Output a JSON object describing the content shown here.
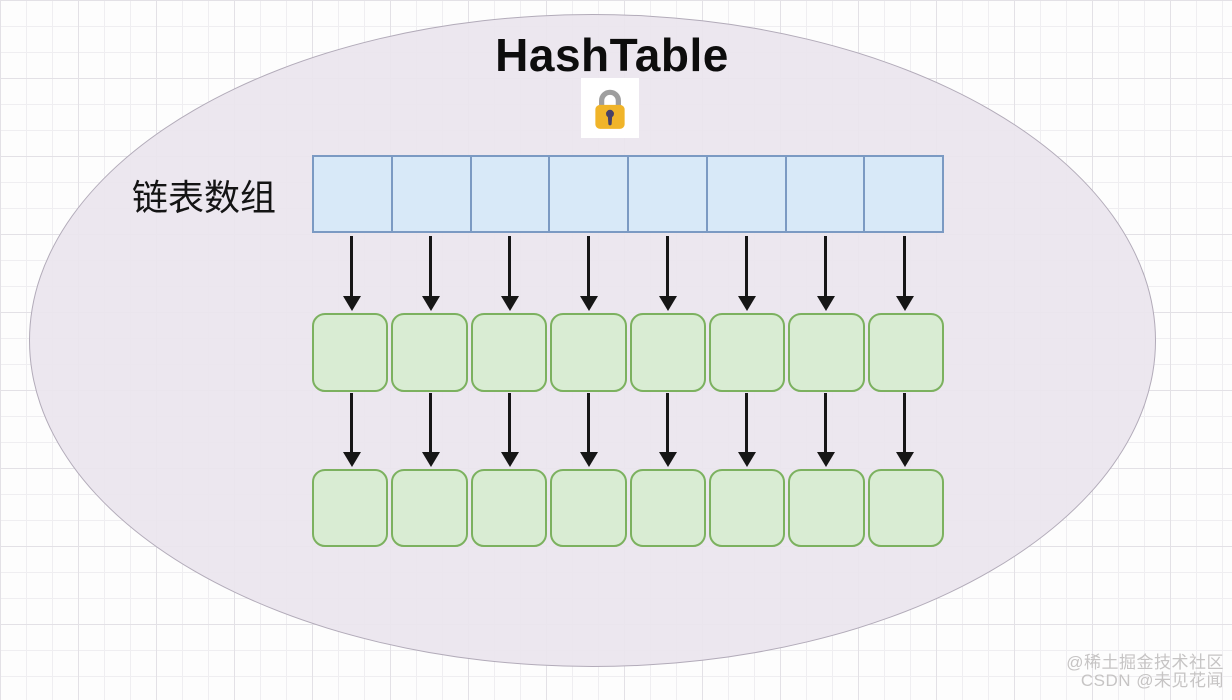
{
  "title": "HashTable",
  "array_label": "链表数组",
  "diagram": {
    "type": "hash-table-with-chained-buckets",
    "bucket_count": 8,
    "node_rows": 2,
    "colors": {
      "ellipse_fill": "rgba(234,229,238,0.92)",
      "ellipse_border": "#b2abb9",
      "array_cell_fill": "#d8e9f8",
      "array_cell_border": "#7b9ac3",
      "node_fill": "#d9ecd3",
      "node_border": "#7cb15f",
      "arrow_color": "#161616",
      "lock_body": "#f0b429",
      "lock_shackle": "#9e9e9e",
      "lock_keyhole": "#474068"
    }
  },
  "watermark": {
    "line1": "@稀土掘金技术社区",
    "line2": "CSDN @未见花闻"
  }
}
